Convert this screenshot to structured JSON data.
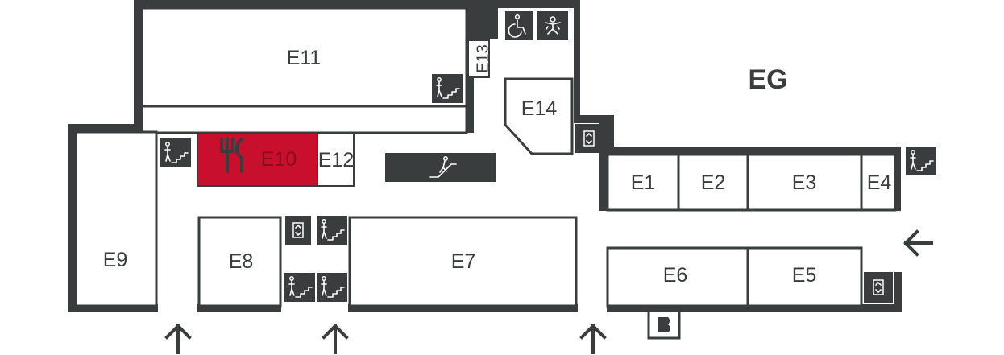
{
  "floor": "EG",
  "rooms": {
    "E1": "E1",
    "E2": "E2",
    "E3": "E3",
    "E4": "E4",
    "E5": "E5",
    "E6": "E6",
    "E7": "E7",
    "E8": "E8",
    "E9": "E9",
    "E10": "E10",
    "E11": "E11",
    "E12": "E12",
    "E13": "E13",
    "E14": "E14"
  },
  "highlight": {
    "room": "E10",
    "color": "#c8102e",
    "icon": "restaurant-icon"
  },
  "colors": {
    "wall": "#3a3d3e",
    "background": "#ffffff"
  },
  "icons": [
    "stairs-icon",
    "elevator-icon",
    "escalator-icon",
    "accessible-toilet-icon",
    "baby-changing-icon",
    "entrance-arrow-icon",
    "parking-icon"
  ]
}
